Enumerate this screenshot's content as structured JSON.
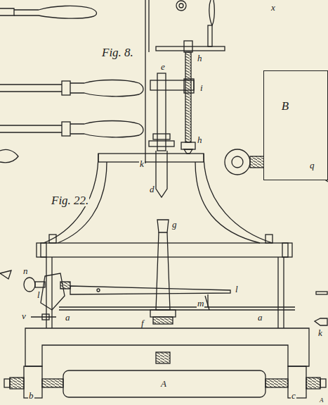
{
  "diagram": {
    "nodes": [
      {
        "text": [
          "B"
        ]
      }
    ],
    "labels": [
      "x",
      "Fig. 8.",
      "h",
      "e",
      "i",
      "h",
      "k",
      "d",
      "q",
      "Fig. 22.",
      "g",
      "n",
      "l",
      "l",
      "m",
      "v",
      "a",
      "f",
      "a",
      "b",
      "A",
      "c",
      "A",
      "k"
    ]
  }
}
